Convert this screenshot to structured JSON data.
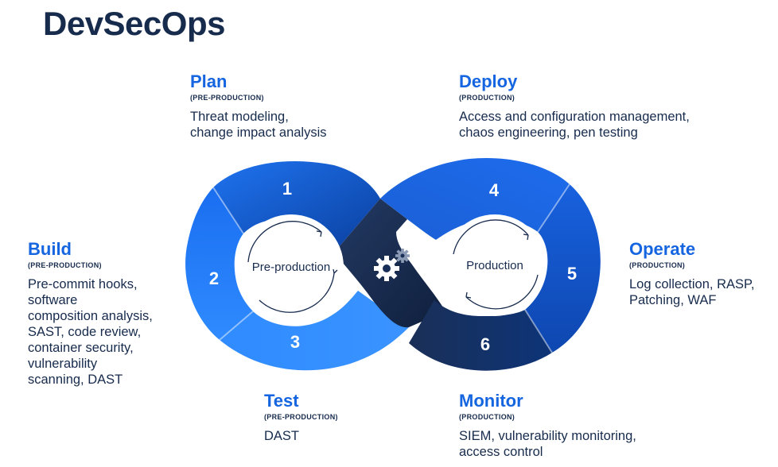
{
  "title": "DevSecOps",
  "stages": {
    "plan": {
      "name": "Plan",
      "env": "(PRE-PRODUCTION)",
      "desc": "Threat modeling,\nchange impact analysis",
      "number": "1"
    },
    "build": {
      "name": "Build",
      "env": "(PRE-PRODUCTION)",
      "desc": "Pre-commit hooks,\nsoftware\ncomposition analysis,\nSAST, code review,\ncontainer security,\nvulnerability\nscanning, DAST",
      "number": "2"
    },
    "test": {
      "name": "Test",
      "env": "(PRE-PRODUCTION)",
      "desc": "DAST",
      "number": "3"
    },
    "deploy": {
      "name": "Deploy",
      "env": "(PRODUCTION)",
      "desc": "Access and configuration management,\nchaos engineering, pen testing",
      "number": "4"
    },
    "operate": {
      "name": "Operate",
      "env": "(PRODUCTION)",
      "desc": "Log collection, RASP,\nPatching, WAF",
      "number": "5"
    },
    "monitor": {
      "name": "Monitor",
      "env": "(PRODUCTION)",
      "desc": "SIEM, vulnerability monitoring,\naccess control",
      "number": "6"
    }
  },
  "loops": {
    "left_label": "Pre-production",
    "right_label": "Production"
  },
  "icons": [
    "gear-icon",
    "cycle-arrow-icon"
  ],
  "colors": {
    "title": "#172b4d",
    "heading": "#1565e0",
    "dark_navy": "#172b4d",
    "blue_bright": "#2684ff",
    "blue_mid": "#1868db",
    "blue_deep": "#0b4cc0"
  }
}
